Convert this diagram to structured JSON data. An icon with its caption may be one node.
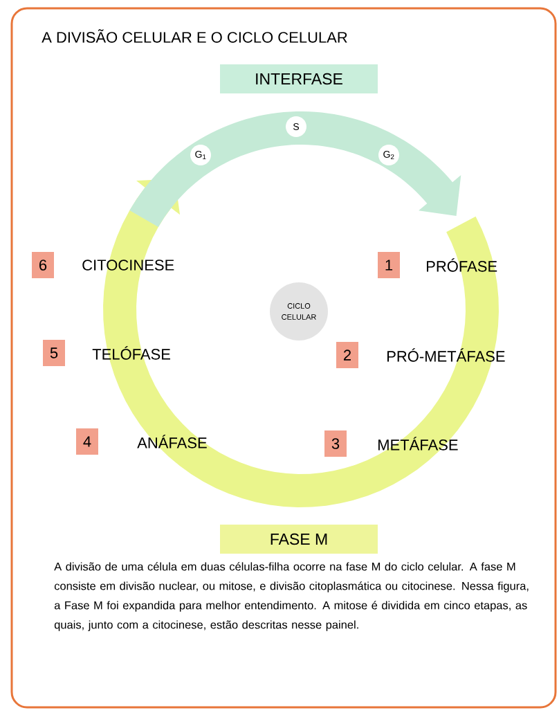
{
  "diagram": {
    "title": "A DIVISÃO CELULAR E O CICLO CELULAR",
    "caption": "A divisão de uma célula em duas células-filha ocorre na fase M do ciclo celular. A fase M consiste em divisão nuclear, ou mitose, e divisão citoplasmática ou citocinese. Nessa figura, a Fase M foi expandida para melhor entendimento. A mitose é dividida em cinco etapas, as quais, junto com a citocinese, estão descritas nesse painel.",
    "nodes": [
      {
        "text": [
          "INTERFASE"
        ]
      },
      {
        "text": [
          "G$_{1}$"
        ]
      },
      {
        "text": [
          "S"
        ]
      },
      {
        "text": [
          "G$_{2}$"
        ]
      },
      {
        "text": [
          "6"
        ],
        "beside": [
          "CITOCINESE"
        ]
      },
      {
        "text": [
          "1"
        ],
        "beside": [
          "PRÓFASE"
        ]
      },
      {
        "text": [
          "CICLO CELULAR"
        ]
      },
      {
        "text": [
          "5"
        ],
        "beside": [
          "TELÓFASE"
        ]
      },
      {
        "text": [
          "2"
        ],
        "beside": [
          "PRÓ-METÁFASE"
        ]
      },
      {
        "text": [
          "4"
        ],
        "beside": [
          "ANÁFASE"
        ]
      },
      {
        "text": [
          "3"
        ],
        "beside": [
          "METÁFASE"
        ]
      },
      {
        "text": [
          "FASE M"
        ]
      }
    ]
  }
}
